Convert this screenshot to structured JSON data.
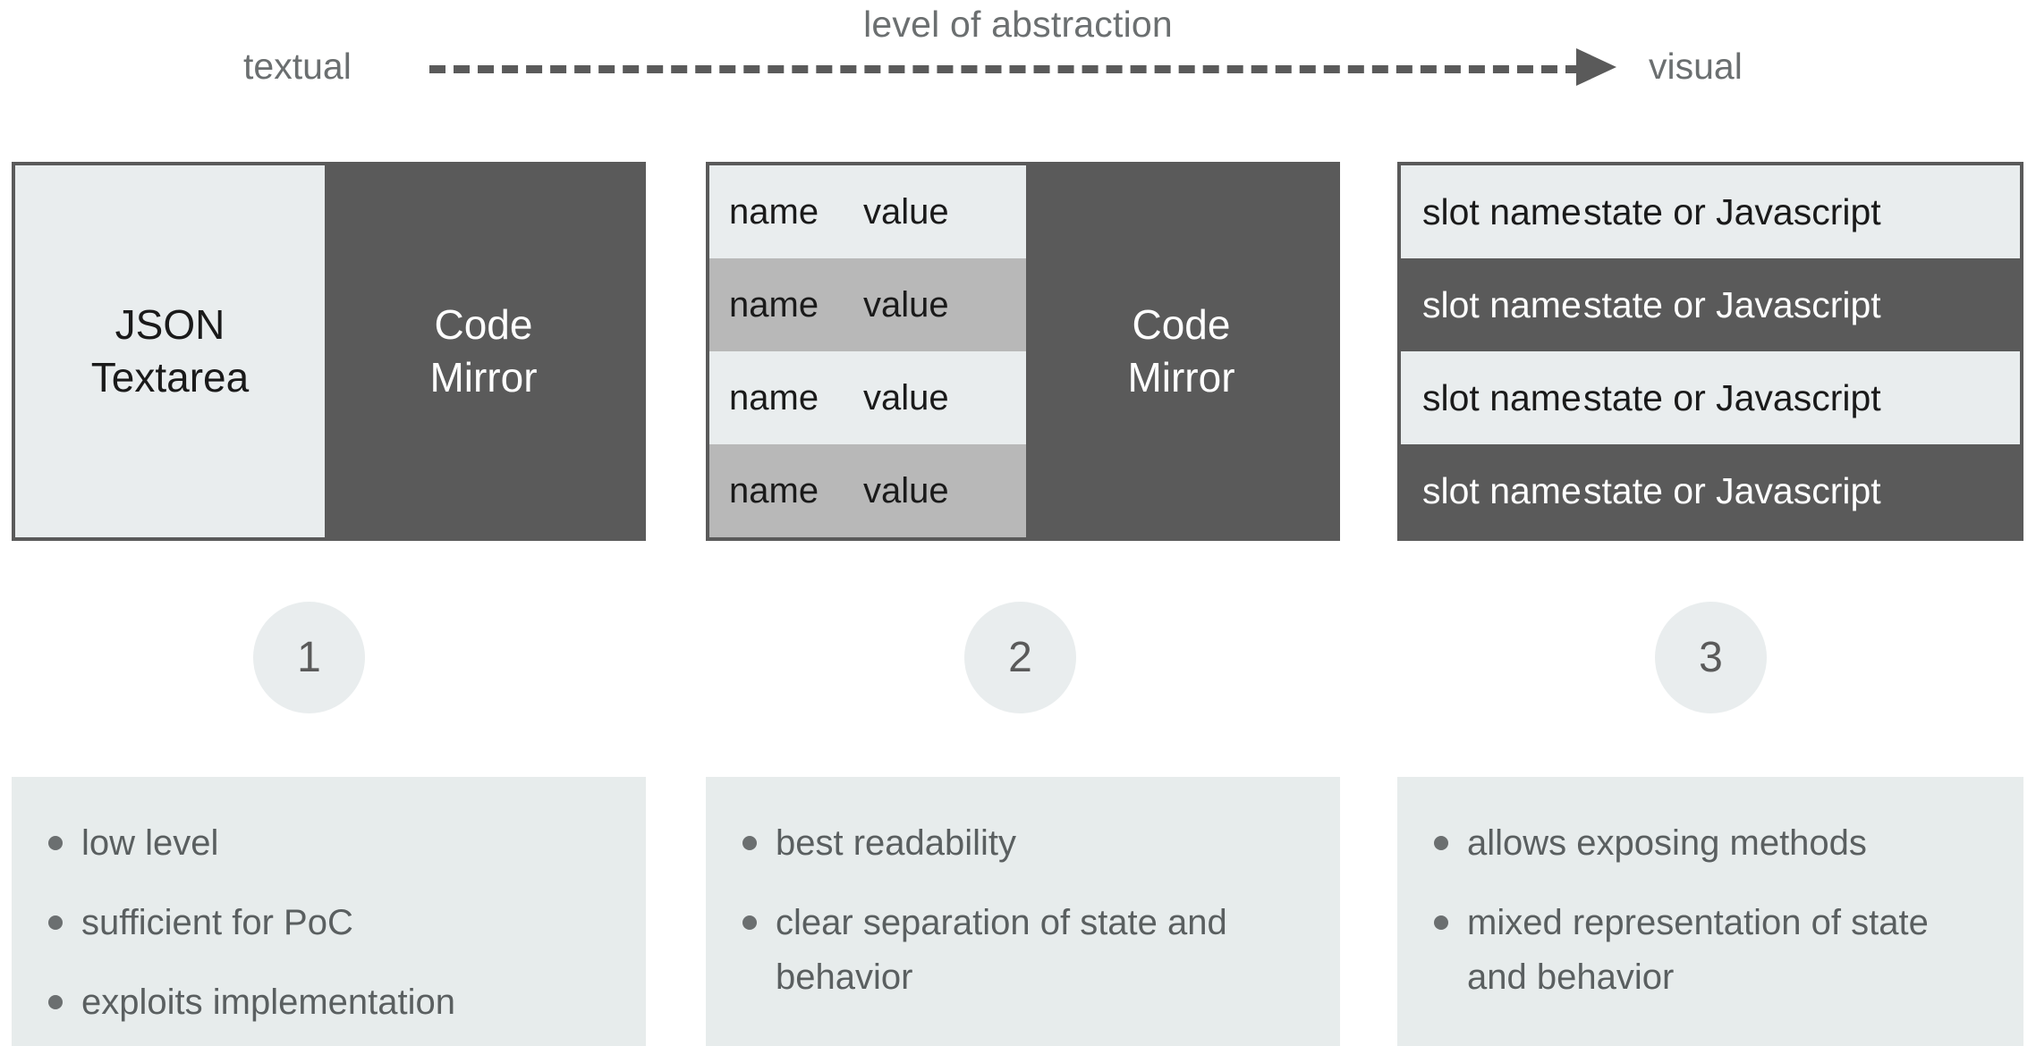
{
  "axis": {
    "caption": "level of abstraction",
    "left_label": "textual",
    "right_label": "visual",
    "arrow_direction": "right",
    "line_style": "dashed"
  },
  "colors": {
    "light_panel": "#e9edee",
    "dark_panel": "#5a5a5a",
    "mid_row": "#b8b8b8",
    "notes_bg": "#e7ecec",
    "text_muted": "#6b6f70",
    "text_dark": "#1a1a1a",
    "text_on_dark": "#ffffff"
  },
  "panels": [
    {
      "id": 1,
      "step": "1",
      "left": {
        "tone": "light",
        "label": "JSON\nTextarea",
        "line1": "JSON",
        "line2": "Textarea"
      },
      "right": {
        "tone": "dark",
        "label": "Code\nMirror",
        "line1": "Code",
        "line2": "Mirror"
      }
    },
    {
      "id": 2,
      "step": "2",
      "table": {
        "rows": [
          {
            "tone": "light",
            "name": "name",
            "value": "value"
          },
          {
            "tone": "mid",
            "name": "name",
            "value": "value"
          },
          {
            "tone": "light",
            "name": "name",
            "value": "value"
          },
          {
            "tone": "mid",
            "name": "name",
            "value": "value"
          }
        ]
      },
      "right": {
        "tone": "dark",
        "line1": "Code",
        "line2": "Mirror"
      }
    },
    {
      "id": 3,
      "step": "3",
      "table": {
        "rows": [
          {
            "tone": "light",
            "name": "slot name",
            "value": "state or Javascript"
          },
          {
            "tone": "dark",
            "name": "slot name",
            "value": "state or Javascript"
          },
          {
            "tone": "light",
            "name": "slot name",
            "value": "state or Javascript"
          },
          {
            "tone": "dark",
            "name": "slot name",
            "value": "state or Javascript"
          }
        ]
      }
    }
  ],
  "notes": [
    {
      "id": 1,
      "items": [
        "low level",
        "sufficient for PoC",
        "exploits implementation"
      ]
    },
    {
      "id": 2,
      "items": [
        "best readability",
        "clear separation of state and behavior"
      ]
    },
    {
      "id": 3,
      "items": [
        "allows exposing methods",
        "mixed representation of state and behavior"
      ]
    }
  ]
}
